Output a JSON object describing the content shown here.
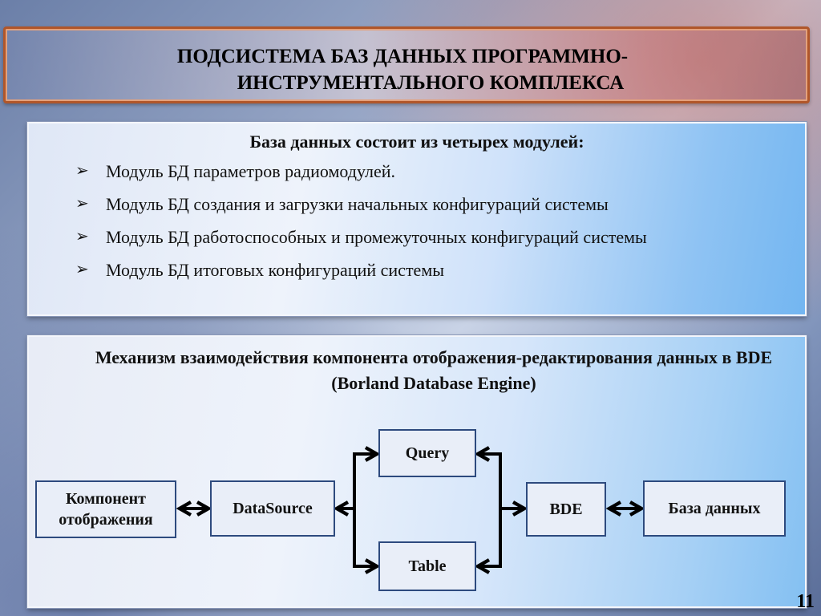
{
  "title": {
    "line1": "Подсистема баз данных программно-",
    "line2": "инструментального комплекса"
  },
  "modules": {
    "heading": "База данных состоит из четырех модулей:",
    "items": [
      "Модуль БД параметров радиомодулей.",
      "Модуль БД создания и загрузки начальных конфигураций системы",
      "Модуль БД работоспособных и промежуточных конфигураций системы",
      "Модуль БД итоговых конфигураций системы"
    ]
  },
  "mechanism": {
    "heading": "Механизм взаимодействия компонента отображения-редактирования данных в BDE (Borland Database Engine)",
    "nodes": {
      "component": "Компонент отображения",
      "datasource": "DataSource",
      "query": "Query",
      "table": "Table",
      "bde": "BDE",
      "database": "База данных"
    }
  },
  "page_number": "11",
  "colors": {
    "frame": "#b0562a",
    "node_border": "#2d4a7e",
    "arrow": "#000000"
  }
}
